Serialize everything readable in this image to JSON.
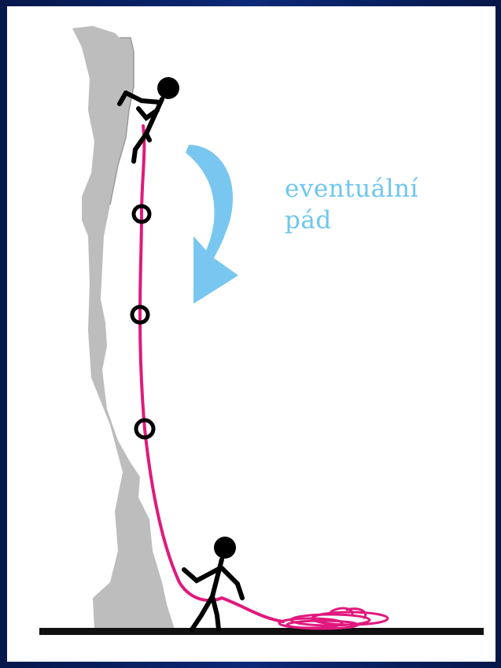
{
  "caption": {
    "line1": "eventuální",
    "line2": "pád"
  },
  "colors": {
    "background": "#0a1f5c",
    "panel": "#ffffff",
    "rock": "#bdbdbd",
    "rope": "#e0197d",
    "arrow": "#79c7f0",
    "figure": "#000000"
  },
  "icons": [
    "climber-figure",
    "belayer-figure",
    "fall-arrow-icon",
    "carabiner-icon",
    "rope-coil"
  ]
}
